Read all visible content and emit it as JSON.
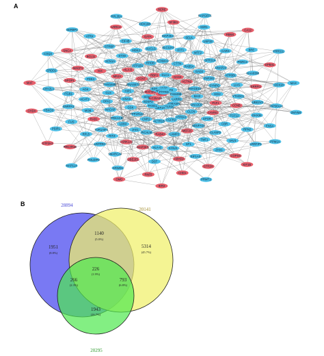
{
  "panel_a": {
    "letter": "A",
    "colors": {
      "up": "#e8606c",
      "down": "#4fc1e8",
      "edge": "#6a6a6a"
    },
    "nodes": [
      {
        "label": "RERE",
        "c": "up"
      },
      {
        "label": "RAPGEF5",
        "c": "down"
      },
      {
        "label": "CA12",
        "c": "up"
      },
      {
        "label": "FRRS1L",
        "c": "down"
      },
      {
        "label": "MAX",
        "c": "down"
      },
      {
        "label": "ZMYM4",
        "c": "down"
      },
      {
        "label": "PPM1A",
        "c": "down"
      },
      {
        "label": "KIF1B",
        "c": "up"
      },
      {
        "label": "PRMT1",
        "c": "down"
      },
      {
        "label": "IER3",
        "c": "up"
      },
      {
        "label": "OMD",
        "c": "up"
      },
      {
        "label": "NAP1L4",
        "c": "down"
      },
      {
        "label": "GTF2H1",
        "c": "up"
      },
      {
        "label": "CHD4",
        "c": "up"
      },
      {
        "label": "MAF",
        "c": "up"
      },
      {
        "label": "COQ3",
        "c": "down"
      },
      {
        "label": "SERBP1",
        "c": "down"
      },
      {
        "label": "RPL35A",
        "c": "down"
      },
      {
        "label": "SSR1",
        "c": "down"
      },
      {
        "label": "RBM4",
        "c": "up"
      },
      {
        "label": "BRE",
        "c": "down"
      },
      {
        "label": "EPB41",
        "c": "up"
      },
      {
        "label": "DDX18",
        "c": "down"
      },
      {
        "label": "HSP90AA1",
        "c": "down"
      },
      {
        "label": "ENSA",
        "c": "down"
      },
      {
        "label": "LRRFIP1",
        "c": "down"
      },
      {
        "label": "COPS8",
        "c": "up"
      },
      {
        "label": "GTF2H",
        "c": "up"
      },
      {
        "label": "CHD1",
        "c": "up"
      },
      {
        "label": "RNF5",
        "c": "up"
      },
      {
        "label": "GRWD1",
        "c": "down"
      },
      {
        "label": "POLDIP3",
        "c": "down"
      },
      {
        "label": "PRKAR1B",
        "c": "up"
      },
      {
        "label": "PSIP1",
        "c": "down"
      },
      {
        "label": "FBXO3",
        "c": "down"
      },
      {
        "label": "CRYZL1",
        "c": "down"
      },
      {
        "label": "ERDD2",
        "c": "down"
      },
      {
        "label": "SNCA",
        "c": "up"
      },
      {
        "label": "ATRX",
        "c": "down"
      },
      {
        "label": "LRRC4",
        "c": "up"
      },
      {
        "label": "DDX19B",
        "c": "down"
      },
      {
        "label": "SF3B1",
        "c": "up"
      },
      {
        "label": "CARS",
        "c": "down"
      },
      {
        "label": "PNRC2",
        "c": "down"
      },
      {
        "label": "KIAA0368",
        "c": "down"
      },
      {
        "label": "ERRFI1",
        "c": "up"
      },
      {
        "label": "UBE2V2",
        "c": "down"
      },
      {
        "label": "DHX36",
        "c": "down"
      },
      {
        "label": "RPN2",
        "c": "down"
      },
      {
        "label": "VAV3",
        "c": "down"
      },
      {
        "label": "ZHX1",
        "c": "down"
      },
      {
        "label": "EIF1AX",
        "c": "down"
      },
      {
        "label": "ABHD2",
        "c": "up"
      },
      {
        "label": "DST",
        "c": "down"
      },
      {
        "label": "UBE2E1",
        "c": "up"
      },
      {
        "label": "SMARCA4",
        "c": "down"
      },
      {
        "label": "LRPPRC",
        "c": "down"
      },
      {
        "label": "RPL5",
        "c": "down"
      },
      {
        "label": "FUS",
        "c": "down"
      },
      {
        "label": "SNRPA1",
        "c": "down"
      },
      {
        "label": "ITGB1",
        "c": "down"
      },
      {
        "label": "SPOPL",
        "c": "up"
      },
      {
        "label": "MACF1",
        "c": "up"
      },
      {
        "label": "BCL11",
        "c": "up"
      },
      {
        "label": "STRBP",
        "c": "down"
      },
      {
        "label": "EIF4B",
        "c": "down"
      },
      {
        "label": "GATA",
        "c": "up"
      },
      {
        "label": "MAP4K4",
        "c": "down"
      },
      {
        "label": "SELIL",
        "c": "down"
      },
      {
        "label": "USP33",
        "c": "down"
      },
      {
        "label": "ATP6B1",
        "c": "down"
      },
      {
        "label": "LIAS",
        "c": "down"
      },
      {
        "label": "YTHDC1",
        "c": "down"
      },
      {
        "label": "CCNB",
        "c": "up"
      },
      {
        "label": "TCF12",
        "c": "down"
      },
      {
        "label": "CBR",
        "c": "down"
      },
      {
        "label": "CLASP2",
        "c": "down"
      },
      {
        "label": "TMF1",
        "c": "down"
      },
      {
        "label": "SP1",
        "c": "down"
      },
      {
        "label": "SYNJ1",
        "c": "down"
      },
      {
        "label": "HLA-G",
        "c": "down"
      },
      {
        "label": "MAP3K5",
        "c": "up"
      },
      {
        "label": "CSNK1A1",
        "c": "up"
      },
      {
        "label": "RITZ",
        "c": "down"
      },
      {
        "label": "TOR1AIP1",
        "c": "down"
      },
      {
        "label": "RAB1",
        "c": "up"
      },
      {
        "label": "MOB",
        "c": "down"
      },
      {
        "label": "ACAT1",
        "c": "down"
      },
      {
        "label": "AGK",
        "c": "down"
      },
      {
        "label": "PDE4",
        "c": "down"
      },
      {
        "label": "ID4",
        "c": "up"
      },
      {
        "label": "SCN1A",
        "c": "down"
      },
      {
        "label": "STX8",
        "c": "down"
      },
      {
        "label": "MDK2",
        "c": "down"
      },
      {
        "label": "SUCLG",
        "c": "down"
      },
      {
        "label": "SLC12A7",
        "c": "down"
      },
      {
        "label": "IFIT1",
        "c": "down"
      },
      {
        "label": "MTF2",
        "c": "down"
      },
      {
        "label": "SFRS14",
        "c": "down"
      },
      {
        "label": "SNAP23",
        "c": "down"
      },
      {
        "label": "GDI2",
        "c": "down"
      },
      {
        "label": "PAF1",
        "c": "up"
      },
      {
        "label": "CAVIN1",
        "c": "up"
      },
      {
        "label": "EPOR",
        "c": "down"
      },
      {
        "label": "NDUFA10",
        "c": "down"
      },
      {
        "label": "MEF2C",
        "c": "up"
      },
      {
        "label": "LAMP2",
        "c": "down"
      },
      {
        "label": "RAB40",
        "c": "up"
      },
      {
        "label": "PICALM",
        "c": "down"
      },
      {
        "label": "JAK1",
        "c": "down"
      },
      {
        "label": "LDB3",
        "c": "down"
      },
      {
        "label": "PRKACB",
        "c": "down"
      },
      {
        "label": "NACAP",
        "c": "down"
      },
      {
        "label": "OPA1",
        "c": "down"
      },
      {
        "label": "GLS",
        "c": "down"
      },
      {
        "label": "FAM168B",
        "c": "down"
      },
      {
        "label": "MRJA",
        "c": "up"
      },
      {
        "label": "HLA-E",
        "c": "up"
      },
      {
        "label": "ATP1B1",
        "c": "down"
      },
      {
        "label": "RHOB",
        "c": "down"
      },
      {
        "label": "KCNMA1",
        "c": "down"
      },
      {
        "label": "CTTN",
        "c": "down"
      },
      {
        "label": "RAB5A",
        "c": "down"
      },
      {
        "label": "GAD2",
        "c": "down"
      },
      {
        "label": "ZNF281",
        "c": "down"
      },
      {
        "label": "SYNRG",
        "c": "down"
      },
      {
        "label": "DNAJC6",
        "c": "down"
      },
      {
        "label": "CLCN",
        "c": "down"
      },
      {
        "label": "ATP8A1",
        "c": "down"
      },
      {
        "label": "FGFR2",
        "c": "down"
      },
      {
        "label": "ACTR1B",
        "c": "down"
      },
      {
        "label": "CNR1",
        "c": "down"
      },
      {
        "label": "PPP1R12A",
        "c": "down"
      },
      {
        "label": "GSK",
        "c": "down"
      },
      {
        "label": "GNAS",
        "c": "down"
      },
      {
        "label": "HIP1",
        "c": "down"
      },
      {
        "label": "RNASET2",
        "c": "down"
      },
      {
        "label": "CCNT",
        "c": "up"
      },
      {
        "label": "RBPJ",
        "c": "up"
      },
      {
        "label": "DLC1",
        "c": "down"
      },
      {
        "label": "OAS3",
        "c": "up"
      },
      {
        "label": "ACTN2",
        "c": "up"
      },
      {
        "label": "ZMAGED2",
        "c": "down"
      },
      {
        "label": "BAI3",
        "c": "down"
      },
      {
        "label": "GORASP2",
        "c": "down"
      },
      {
        "label": "PPP1R3C",
        "c": "down"
      },
      {
        "label": "MEF2A",
        "c": "down"
      },
      {
        "label": "FANCL",
        "c": "down"
      },
      {
        "label": "SDSP2",
        "c": "down"
      },
      {
        "label": "SCN2",
        "c": "down"
      },
      {
        "label": "MAP4K2",
        "c": "up"
      },
      {
        "label": "RPRT1",
        "c": "down"
      },
      {
        "label": "UGT8",
        "c": "down"
      },
      {
        "label": "F8",
        "c": "down"
      },
      {
        "label": "FAM49B",
        "c": "down"
      },
      {
        "label": "LARP6",
        "c": "down"
      },
      {
        "label": "NCOA1",
        "c": "down"
      },
      {
        "label": "TRPA",
        "c": "up"
      },
      {
        "label": "SLC25A46",
        "c": "up"
      },
      {
        "label": "PTPRD",
        "c": "down"
      }
    ]
  },
  "panel_b": {
    "letter": "B",
    "sets": [
      {
        "total": "28894",
        "color": "#5b5cf0",
        "text_color": "#4646d6"
      },
      {
        "total": "20141",
        "color": "#f0f06a",
        "text_color": "#a08a28"
      },
      {
        "total": "20295",
        "color": "#4fe84f",
        "text_color": "#2d9a2d"
      }
    ],
    "regions": [
      {
        "count": "1951",
        "pct": "(8.8%)"
      },
      {
        "count": "1140",
        "pct": "(5.0%)"
      },
      {
        "count": "5314",
        "pct": "(45.7%)"
      },
      {
        "count": "226",
        "pct": "(1.9%)"
      },
      {
        "count": "266",
        "pct": "(2.3%)"
      },
      {
        "count": "793",
        "pct": "(6.8%)"
      },
      {
        "count": "1943",
        "pct": "(16.7%)"
      }
    ]
  }
}
